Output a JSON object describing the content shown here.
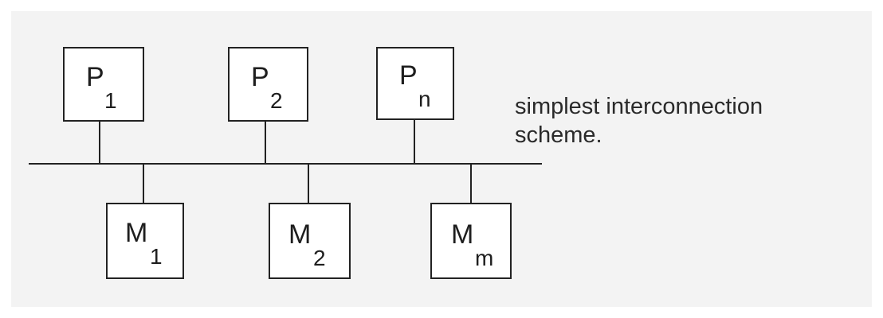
{
  "diagram": {
    "processors": [
      {
        "letter": "P",
        "sub": "1"
      },
      {
        "letter": "P",
        "sub": "2"
      },
      {
        "letter": "P",
        "sub": "n"
      }
    ],
    "memories": [
      {
        "letter": "M",
        "sub": "1"
      },
      {
        "letter": "M",
        "sub": "2"
      },
      {
        "letter": "M",
        "sub": "m"
      }
    ],
    "caption": {
      "line1": "simplest interconnection",
      "line2": "scheme."
    }
  }
}
